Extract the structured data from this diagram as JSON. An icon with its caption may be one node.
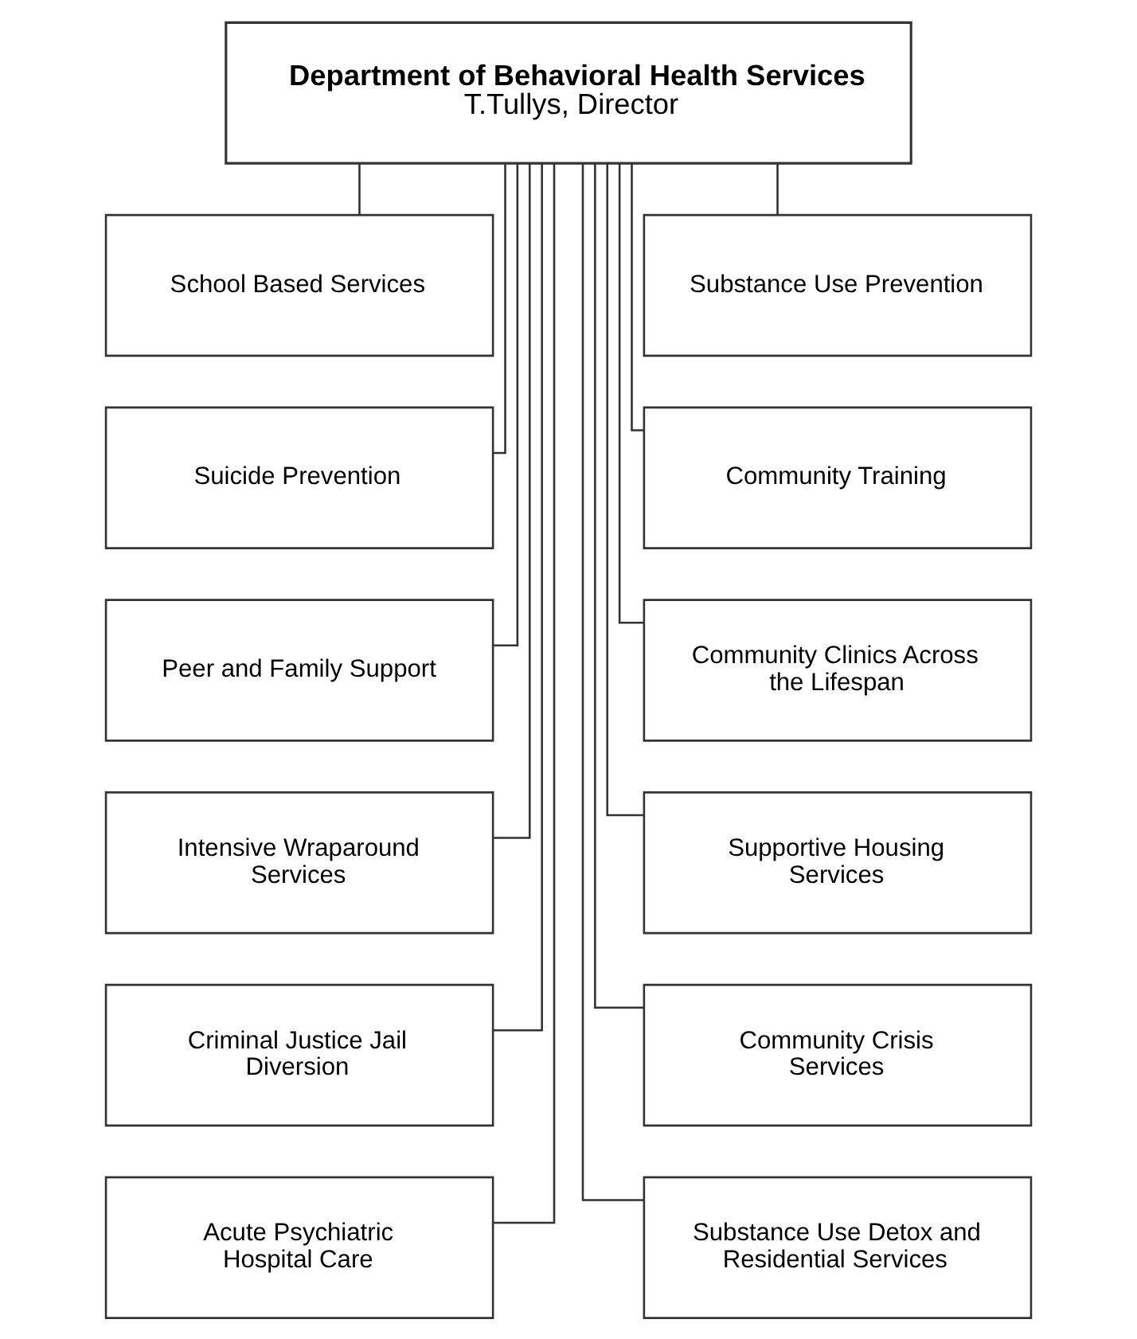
{
  "diagram": {
    "nodes": [
      {
        "text": [
          "Department of Behavioral Health Services",
          "T.Tullys, Director"
        ]
      },
      {
        "text": [
          "School Based Services"
        ]
      },
      {
        "text": [
          "Substance Use Prevention"
        ]
      },
      {
        "text": [
          "Suicide Prevention"
        ]
      },
      {
        "text": [
          "Community Training"
        ]
      },
      {
        "text": [
          "Peer and Family Support"
        ]
      },
      {
        "text": [
          "Community Clinics Across the Lifespan"
        ]
      },
      {
        "text": [
          "Intensive Wraparound Services"
        ]
      },
      {
        "text": [
          "Supportive Housing Services"
        ]
      },
      {
        "text": [
          "Criminal Justice Jail Diversion"
        ]
      },
      {
        "text": [
          "Community Crisis Services"
        ]
      },
      {
        "text": [
          "Acute Psychiatric Hospital Care"
        ]
      },
      {
        "text": [
          "Substance Use Detox and Residential Services"
        ]
      }
    ],
    "edges": [
      {
        "from": 0,
        "to": 1,
        "arrow": "none"
      },
      {
        "from": 0,
        "to": 2,
        "arrow": "none"
      },
      {
        "from": 0,
        "to": 3,
        "arrow": "none"
      },
      {
        "from": 0,
        "to": 4,
        "arrow": "none"
      },
      {
        "from": 0,
        "to": 5,
        "arrow": "none"
      },
      {
        "from": 0,
        "to": 6,
        "arrow": "none"
      },
      {
        "from": 0,
        "to": 7,
        "arrow": "none"
      },
      {
        "from": 0,
        "to": 8,
        "arrow": "none"
      },
      {
        "from": 0,
        "to": 9,
        "arrow": "none"
      },
      {
        "from": 0,
        "to": 10,
        "arrow": "none"
      },
      {
        "from": 0,
        "to": 11,
        "arrow": "none"
      },
      {
        "from": 0,
        "to": 12,
        "arrow": "none"
      }
    ]
  }
}
